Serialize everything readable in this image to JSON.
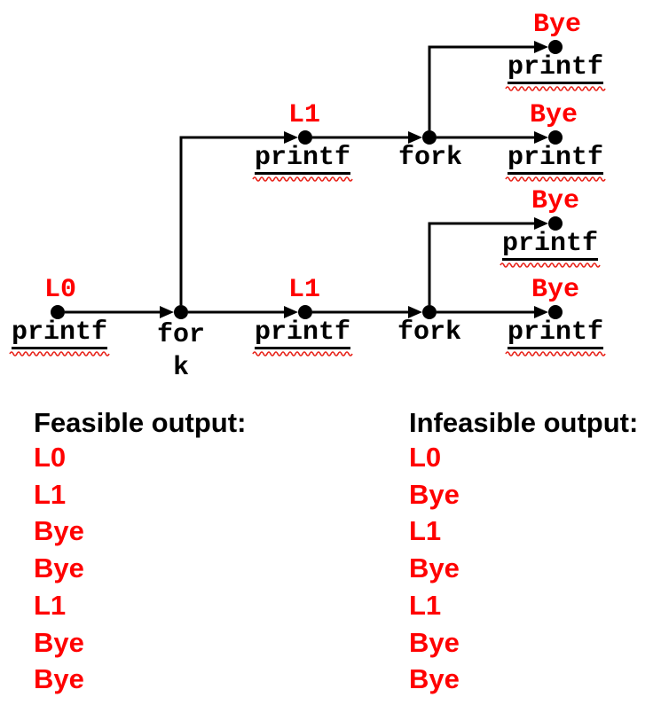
{
  "diagram": {
    "labels": {
      "l0": "L0",
      "l1": "L1",
      "bye": "Bye",
      "printf": "printf",
      "fork": "fork",
      "fork_line1": "for",
      "fork_line2": "k"
    },
    "colors": {
      "label_red": "#ff0000",
      "line_black": "#000000",
      "squiggle_red": "#e8241b"
    }
  },
  "outputs": {
    "feasible": {
      "title": "Feasible output:",
      "lines": [
        "L0",
        "L1",
        "Bye",
        "Bye",
        "L1",
        "Bye",
        "Bye"
      ]
    },
    "infeasible": {
      "title": "Infeasible output:",
      "lines": [
        "L0",
        "Bye",
        "L1",
        "Bye",
        "L1",
        "Bye",
        "Bye"
      ]
    }
  }
}
